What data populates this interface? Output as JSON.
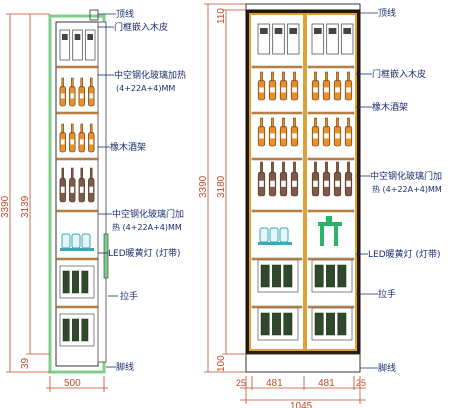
{
  "colors": {
    "side_frame": "#7dd08a",
    "front_frame": "#d9a23a",
    "label": "#1a2e6e",
    "dimension": "#c24a2a"
  },
  "side_view": {
    "labels": [
      "顶线",
      "门框嵌入木皮",
      "中空钢化玻璃加热",
      "(4+22A+4)MM",
      "橡木酒架",
      "中空钢化玻璃门加",
      "热 (4+22A+4)MM",
      "LED暖黄灯 (灯带)",
      "拉手",
      "脚线"
    ],
    "dims": {
      "total_height": "3390",
      "inner_height": "3139",
      "base": "39",
      "width": "500"
    }
  },
  "front_view": {
    "labels": [
      "顶线",
      "门框嵌入木皮",
      "橡木酒架",
      "中空钢化玻璃门加",
      "热 (4+22A+4)MM",
      "LED暖黄灯 (灯带)",
      "拉手",
      "脚线"
    ],
    "dims": {
      "total_height": "3390",
      "inner_height": "3180",
      "top": "110",
      "base": "100",
      "widths": [
        "25",
        "481",
        "481",
        "25"
      ],
      "total_width": "1045"
    }
  },
  "shelf_items": [
    "box-pack",
    "bottle-row",
    "bottle-row",
    "large-bottle-row",
    "cup-set",
    "wine-case",
    "wine-case"
  ]
}
